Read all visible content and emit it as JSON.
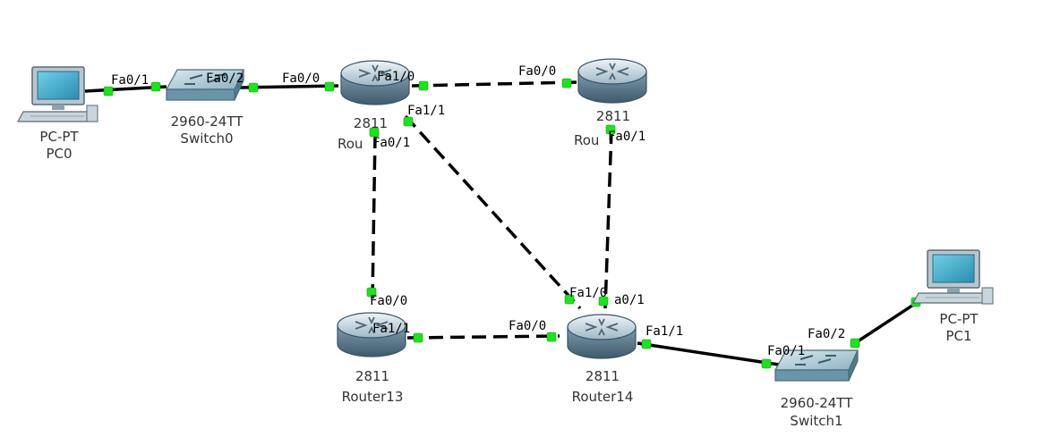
{
  "devices": {
    "pc0": {
      "model": "PC-PT",
      "name": "PC0"
    },
    "switch0": {
      "model": "2960-24TT",
      "name": "Switch0"
    },
    "router_a": {
      "model": "2811",
      "name": "Rou"
    },
    "router_b": {
      "model": "2811",
      "name": "Rou"
    },
    "router13": {
      "model": "2811",
      "name": "Router13"
    },
    "router14": {
      "model": "2811",
      "name": "Router14"
    },
    "switch1": {
      "model": "2960-24TT",
      "name": "Switch1"
    },
    "pc1": {
      "model": "PC-PT",
      "name": "PC1"
    }
  },
  "ports": {
    "pc0_fa01": "Fa0/1",
    "sw0_fa02": "Fa0/2",
    "ra_fa00": "Fa0/0",
    "ra_fa10": "Fa1/0",
    "ra_fa11": "Fa1/1",
    "ra_fa01": "Fa0/1",
    "rb_fa00": "Fa0/0",
    "rb_fa01": "Fa0/1",
    "r13_fa00": "Fa0/0",
    "r13_fa11": "Fa1/1",
    "r14_fa00": "Fa0/0",
    "r14_fa10": "Fa1/0",
    "r14_fa01": "a0/1",
    "r14_fa11": "Fa1/1",
    "sw1_fa01": "Fa0/1",
    "sw1_fa02": "Fa0/2"
  },
  "colors": {
    "link": "#000000",
    "port_up": "#19e619",
    "router_body": "#5d7f93",
    "switch_body": "#6a95a8"
  }
}
